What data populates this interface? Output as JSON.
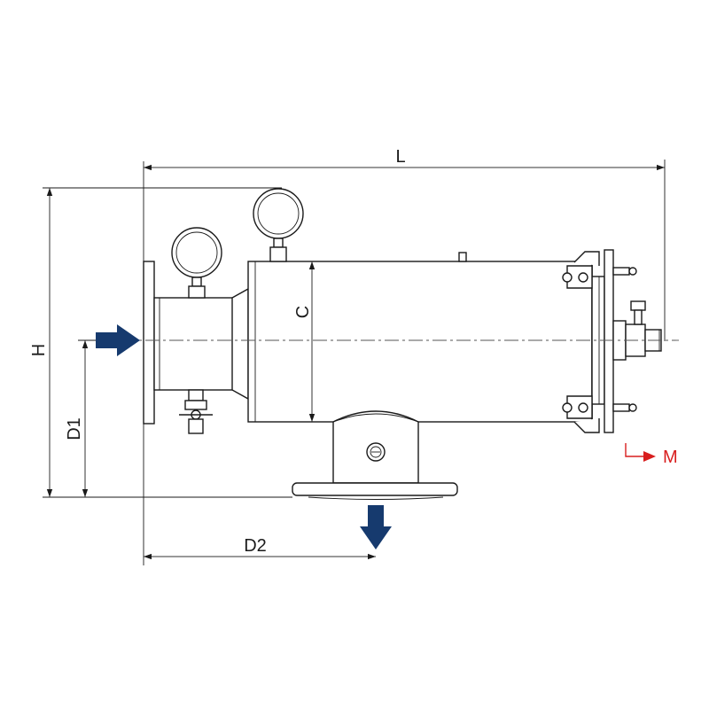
{
  "dimensions": {
    "length": "L",
    "height": "H",
    "chamber": "C",
    "inlet_height": "D1",
    "outlet_distance": "D2",
    "motor": "M"
  },
  "colors": {
    "flow_arrow": "#163a6e",
    "motor_arrow": "#d81e1e",
    "line": "#1a1a1a"
  },
  "icons": {
    "inlet": "flow-arrow-right-icon",
    "outlet": "flow-arrow-down-icon",
    "motor": "motor-direction-icon"
  }
}
